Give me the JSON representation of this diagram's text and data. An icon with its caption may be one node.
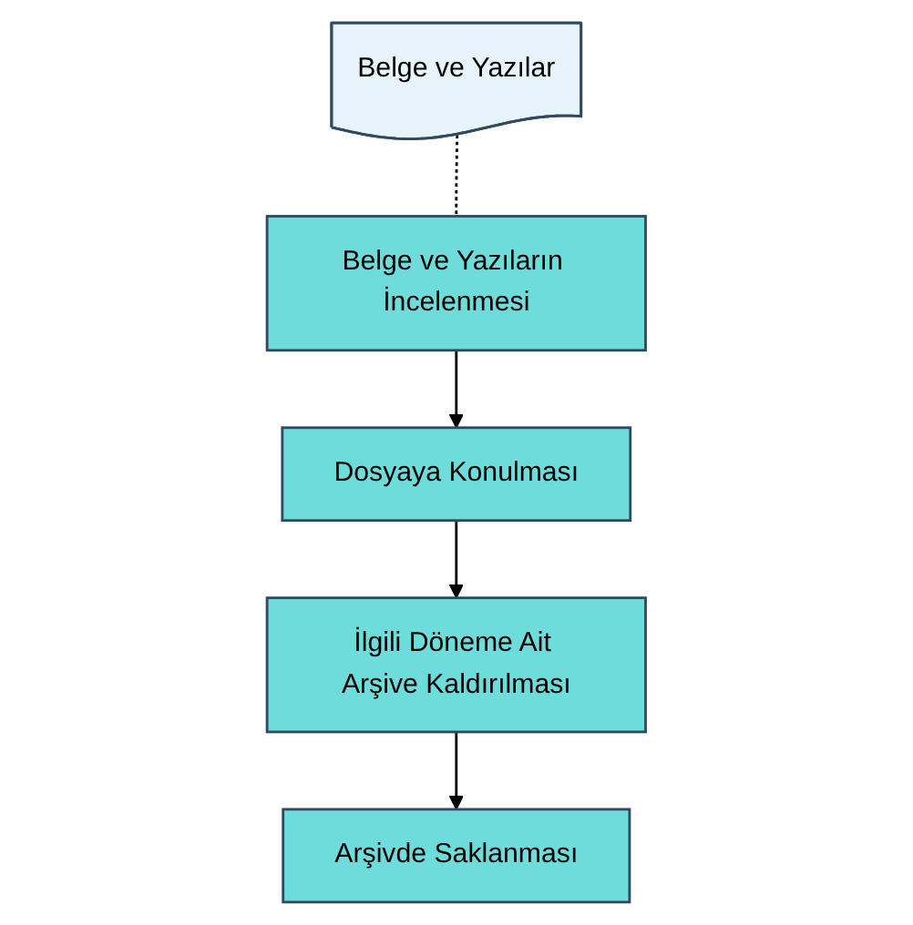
{
  "diagram": {
    "nodes": [
      {
        "text": [
          "Belge ve Yazılar"
        ]
      },
      {
        "text": [
          "Belge ve Yazıların İncelenmesi"
        ]
      },
      {
        "text": [
          "Dosyaya Konulması"
        ]
      },
      {
        "text": [
          "İlgili Döneme Ait Arşive Kaldırılması"
        ]
      },
      {
        "text": [
          "Arşivde Saklanması"
        ]
      }
    ],
    "edges": [
      {
        "from": 0,
        "to": 1,
        "arrow": "none",
        "style": "dashed"
      },
      {
        "from": 1,
        "to": 2,
        "arrow": "to"
      },
      {
        "from": 2,
        "to": 3,
        "arrow": "to"
      },
      {
        "from": 3,
        "to": 4,
        "arrow": "to"
      }
    ]
  }
}
